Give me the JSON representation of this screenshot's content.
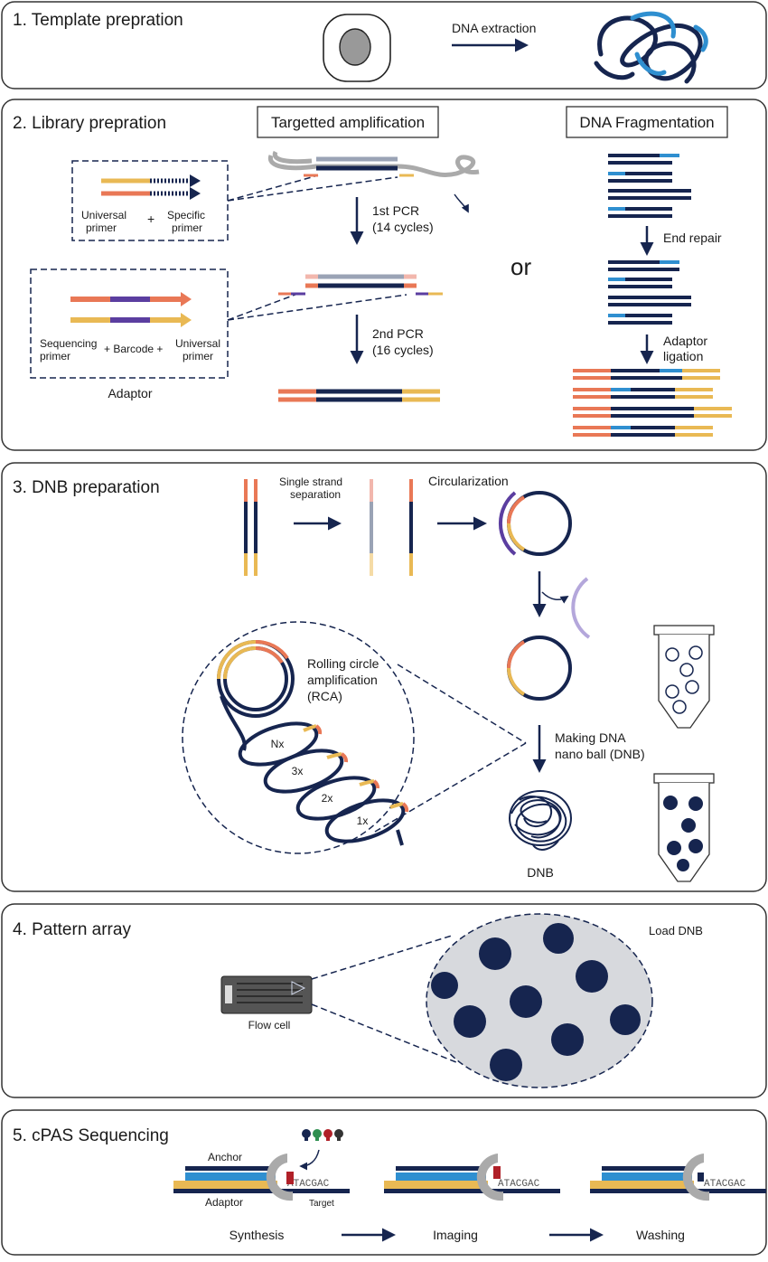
{
  "colors": {
    "navy": "#16254f",
    "light_blue": "#2f8fd0",
    "orange": "#e97856",
    "yellow": "#e9b954",
    "purple": "#5b3ea0",
    "gray": "#9aa3b5",
    "dark_gray": "#555555",
    "panel_gray": "#d7d9dd"
  },
  "icons": [
    "cell-icon",
    "dna-strand-icon",
    "tube-icon",
    "flow-cell-icon",
    "dnb-icon",
    "polymerase-icon"
  ],
  "panels": {
    "p1": {
      "title": "1. Template prepration",
      "arrow_label": "DNA extraction"
    },
    "p2": {
      "title": "2. Library prepration",
      "targeted_box": "Targetted amplification",
      "fragmentation_box": "DNA Fragmentation",
      "universal_primer_a": "Universal",
      "universal_primer_b": "primer",
      "plus": "+",
      "specific_primer_a": "Specific",
      "specific_primer_b": "primer",
      "pcr1_a": "1st PCR",
      "pcr1_b": "(14 cycles)",
      "pcr2_a": "2nd PCR",
      "pcr2_b": "(16 cycles)",
      "or": "or",
      "end_repair": "End repair",
      "adaptor_ligation_a": "Adaptor",
      "adaptor_ligation_b": "ligation",
      "sequencing_primer_a": "Sequencing",
      "sequencing_primer_b": "primer",
      "barcode": "+ Barcode +",
      "universal2_a": "Universal",
      "universal2_b": "primer",
      "adaptor": "Adaptor"
    },
    "p3": {
      "title": "3. DNB preparation",
      "single_strand_a": "Single strand",
      "single_strand_b": "separation",
      "circularization": "Circularization",
      "rca_a": "Rolling circle",
      "rca_b": "amplification",
      "rca_c": "(RCA)",
      "loop_labels": [
        "Nx",
        "3x",
        "2x",
        "1x"
      ],
      "making_a": "Making DNA",
      "making_b": "nano ball (DNB)",
      "dnb": "DNB"
    },
    "p4": {
      "title": "4. Pattern array",
      "flow_cell": "Flow cell",
      "load_dnb": "Load DNB"
    },
    "p5": {
      "title": "5. cPAS Sequencing",
      "anchor": "Anchor",
      "adaptor": "Adaptor",
      "target": "Target",
      "sequence": "ATACGAC",
      "steps": [
        "Synthesis",
        "Imaging",
        "Washing"
      ]
    }
  }
}
